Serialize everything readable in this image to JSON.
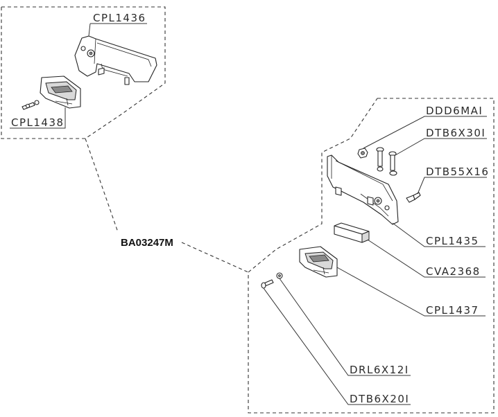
{
  "assembly": {
    "code": "BA03247M"
  },
  "parts": {
    "cpl1436": "CPL1436",
    "cpl1438": "CPL1438",
    "ddd6mai": "DDD6MAI",
    "dtb6x30i": "DTB6X30I",
    "dtb55x16": "DTB55X16",
    "cpl1435": "CPL1435",
    "cva2368": "CVA2368",
    "cpl1437": "CPL1437",
    "drl6x12i": "DRL6X12I",
    "dtb6x20i": "DTB6X20I"
  }
}
